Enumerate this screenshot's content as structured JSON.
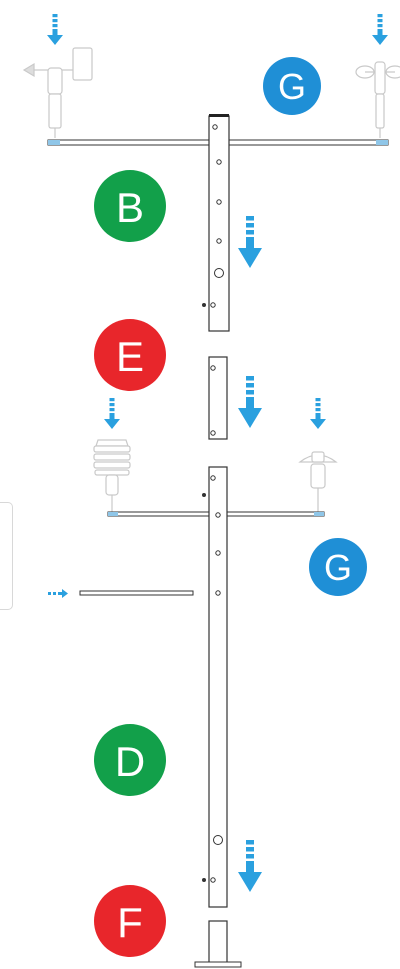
{
  "colors": {
    "green": "#12a04a",
    "red": "#e8262b",
    "blue": "#1f8fd6",
    "arrow": "#2aa0df",
    "line": "#333333",
    "faint": "#c9c9c9"
  },
  "badges": {
    "g_top": "G",
    "b": "B",
    "e": "E",
    "g_mid": "G",
    "d": "D",
    "f": "F"
  }
}
